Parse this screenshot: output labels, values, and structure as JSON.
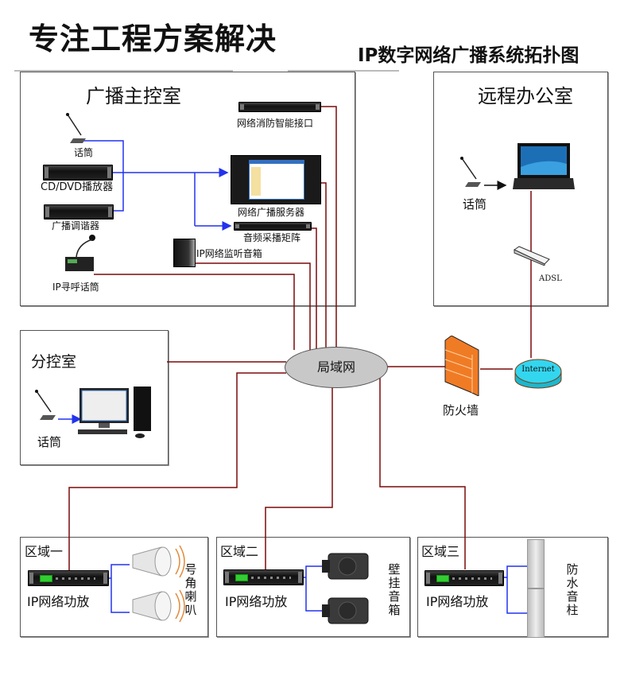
{
  "header": {
    "title": "专注工程方案解决",
    "subtitle": "IP数字网络广播系统拓扑图"
  },
  "colors": {
    "network_line": "#7a0a0a",
    "audio_line": "#2233ee",
    "lan_fill": "#c8c8c8",
    "internet_fill": "#33d6ef",
    "firewall_fill": "#f07b25"
  },
  "main_room": {
    "title": "广播主控室",
    "devices": {
      "mic": "话筒",
      "cd_player": "CD/DVD播放器",
      "tuner": "广播调谐器",
      "ip_paging_mic": "IP寻呼话筒",
      "fire_interface": "网络消防智能接口",
      "server": "网络广播服务器",
      "audio_matrix": "音频采播矩阵",
      "monitor_speaker": "IP网络监听音箱"
    }
  },
  "remote_office": {
    "title": "远程办公室",
    "mic": "话筒",
    "adsl": "ADSL"
  },
  "sub_room": {
    "title": "分控室",
    "mic": "话筒"
  },
  "network": {
    "lan": "局域网",
    "firewall": "防火墙",
    "internet": "Internet"
  },
  "zones": [
    {
      "title": "区域一",
      "amp": "IP网络功放",
      "speaker_type": [
        "号",
        "角",
        "喇",
        "叭"
      ]
    },
    {
      "title": "区域二",
      "amp": "IP网络功放",
      "speaker_type": [
        "壁",
        "挂",
        "音",
        "箱"
      ]
    },
    {
      "title": "区域三",
      "amp": "IP网络功放",
      "speaker_type": [
        "防",
        "水",
        "音",
        "柱"
      ]
    }
  ]
}
